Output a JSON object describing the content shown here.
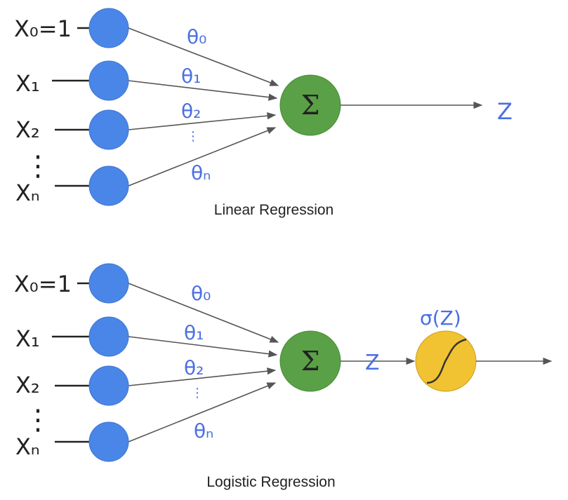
{
  "colors": {
    "input_node": "#4a86e8",
    "sum_node": "#5aa046",
    "sigmoid_node": "#f1c232",
    "arrow": "#555555",
    "weight_text": "#4a6fe0",
    "ink": "#222222"
  },
  "linear": {
    "inputs": [
      "X₀=1",
      "X₁",
      "X₂",
      "Xₙ"
    ],
    "vertical_dots": "⋮",
    "weights": [
      "θ₀",
      "θ₁",
      "θ₂",
      "θₙ"
    ],
    "weight_dots": "⋮",
    "sum_symbol": "Σ",
    "output": "Z",
    "caption": "Linear Regression"
  },
  "logistic": {
    "inputs": [
      "X₀=1",
      "X₁",
      "X₂",
      "Xₙ"
    ],
    "vertical_dots": "⋮",
    "weights": [
      "θ₀",
      "θ₁",
      "θ₂",
      "θₙ"
    ],
    "weight_dots": "⋮",
    "sum_symbol": "Σ",
    "z_label": "Z",
    "sigmoid_label": "σ(Z)",
    "caption": "Logistic Regression"
  }
}
